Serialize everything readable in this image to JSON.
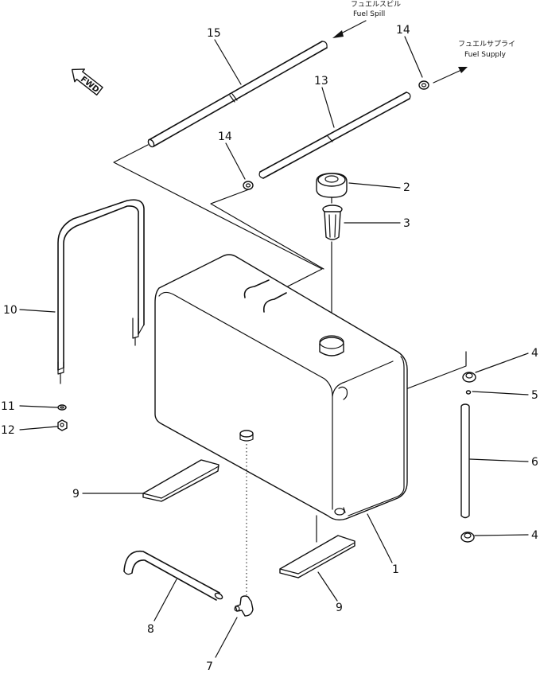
{
  "labels": {
    "fuel_spill_jp": "フュエルスピル",
    "fuel_spill_en": "Fuel Spill",
    "fuel_supply_jp": "フュエルサプライ",
    "fuel_supply_en": "Fuel Supply",
    "fwd": "FWD"
  },
  "callouts": {
    "c1": "1",
    "c2": "2",
    "c3": "3",
    "c4a": "4",
    "c4b": "4",
    "c5": "5",
    "c6": "6",
    "c7": "7",
    "c8": "8",
    "c9a": "9",
    "c9b": "9",
    "c10": "10",
    "c11": "11",
    "c12": "12",
    "c13": "13",
    "c14a": "14",
    "c14b": "14",
    "c15": "15"
  }
}
